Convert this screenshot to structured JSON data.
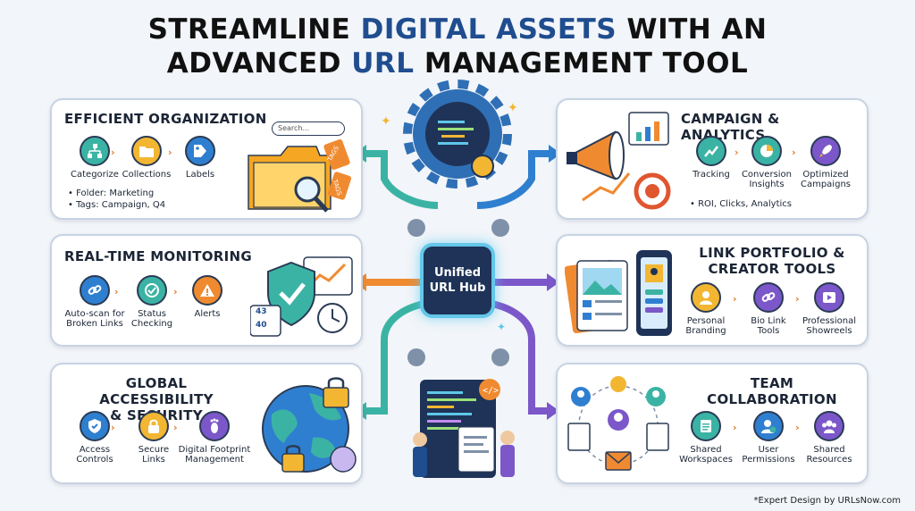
{
  "title": {
    "line1_a": "STREAMLINE ",
    "line1_hl": "DIGITAL ASSETS",
    "line1_b": " WITH AN",
    "line2_a": "ADVANCED ",
    "line2_hl": "URL",
    "line2_b": " MANAGEMENT TOOL"
  },
  "hub": {
    "line1": "Unified",
    "line2": "URL Hub"
  },
  "search_placeholder": "Search...",
  "tags": [
    "TAGS",
    "TAGS"
  ],
  "monitor_numbers": [
    "43",
    "40"
  ],
  "cards": {
    "organization": {
      "title": "EFFICIENT ORGANIZATION",
      "steps": [
        "Categorize",
        "Collections",
        "Labels"
      ],
      "bullets": [
        "Folder: Marketing",
        "Tags: Campaign, Q4"
      ]
    },
    "monitoring": {
      "title": "REAL-TIME MONITORING",
      "steps": [
        "Auto-scan for\nBroken Links",
        "Status\nChecking",
        "Alerts"
      ]
    },
    "global": {
      "title_line1": "GLOBAL ACCESSIBILITY",
      "title_line2": "& SECURITY",
      "steps": [
        "Access\nControls",
        "Secure\nLinks",
        "Digital Footprint\nManagement"
      ]
    },
    "campaign": {
      "title": "CAMPAIGN & ANALYTICS",
      "steps": [
        "Tracking",
        "Conversion\nInsights",
        "Optimized\nCampaigns"
      ],
      "bullets": [
        "ROI, Clicks, Analytics"
      ]
    },
    "portfolio": {
      "title_line1": "LINK PORTFOLIO &",
      "title_line2": "CREATOR TOOLS",
      "steps": [
        "Personal\nBranding",
        "Bio Link\nTools",
        "Professional\nShowreels"
      ]
    },
    "team": {
      "title_line1": "TEAM",
      "title_line2": "COLLABORATION",
      "steps": [
        "Shared\nWorkspaces",
        "User\nPermissions",
        "Shared\nResources"
      ]
    }
  },
  "footer": "*Expert Design by URLsNow.com",
  "colors": {
    "teal": "#3bb3a4",
    "blue": "#2f7fd0",
    "orange": "#f08a30",
    "purple": "#7b57c9",
    "navy": "#1e3357",
    "gold": "#f2b632"
  }
}
